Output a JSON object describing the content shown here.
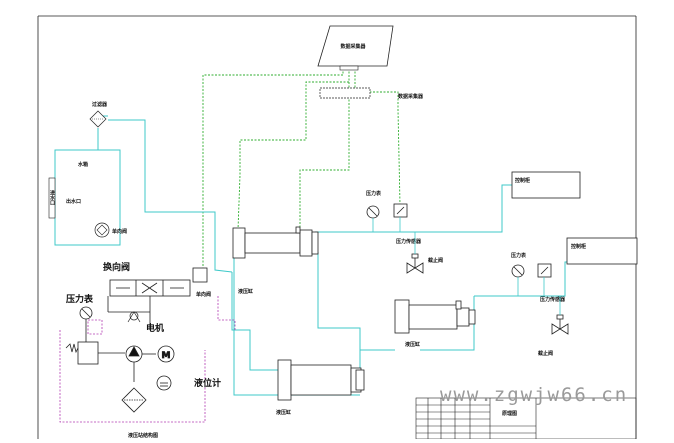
{
  "labels": {
    "data_collector": "数据采集器",
    "signal_collector": "数据采集器",
    "air_filter": "过滤器",
    "water_tank": "水箱",
    "water_inlet": "进水口",
    "outlet": "出水口",
    "reversing_valve": "换向阀",
    "check_valve": "单向阀",
    "pressure_gauge": "压力表",
    "motor": "电机",
    "level_gauge": "液位计",
    "hydraulic_station": "液压站结构图",
    "cyl1": "液压缸",
    "cyl2": "液压缸",
    "cyl3": "液压缸",
    "gauge_a": "压力表",
    "sensor_a": "压力传感器",
    "valve_a": "截止阀",
    "ctrl_a": "控制柜",
    "gauge_b": "压力表",
    "sensor_b": "压力传感器",
    "valve_b": "截止阀",
    "ctrl_b": "控制柜",
    "title_block": "原理图"
  },
  "colors": {
    "hydraulic_line": "#3fc9c9",
    "signal_line": "#2fae2f",
    "dashed_outline": "#b13bb1",
    "ink": "#111111"
  },
  "watermark": "www.zgwjw66.cn"
}
